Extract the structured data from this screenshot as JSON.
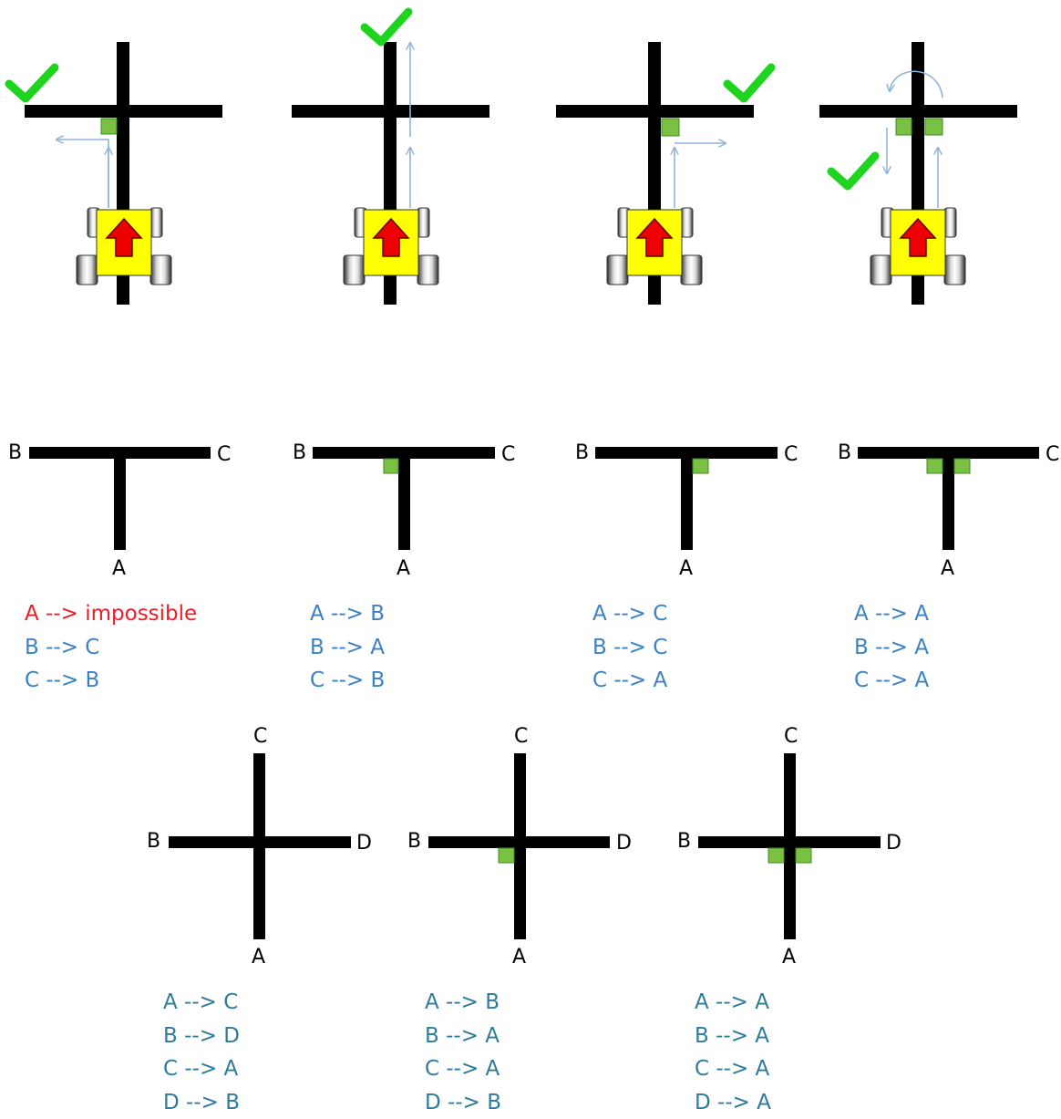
{
  "colors": {
    "line": "#000000",
    "marker": "#7ac143",
    "marker_border": "#3f8b2a",
    "check": "#1ed41e",
    "arrow": "#8fb4db",
    "robot_body": "#ffff00",
    "robot_arrow": "#ee0000",
    "rule_blue": "#3b82c4",
    "rule_teal": "#2e7b9a",
    "rule_red": "#ee1c24"
  },
  "icons": [
    "checkmark-icon",
    "robot-car-icon",
    "up-arrow-icon",
    "green-marker-icon",
    "u-turn-arrow-icon"
  ],
  "t_junctions": [
    {
      "labels": {
        "a": "A",
        "b": "B",
        "c": "C"
      },
      "rules": [
        {
          "text": "A --> impossible",
          "color": "#ee1c24"
        },
        {
          "text": "B --> C",
          "color": "#3b82c4"
        },
        {
          "text": "C --> B",
          "color": "#3b82c4"
        }
      ]
    },
    {
      "labels": {
        "a": "A",
        "b": "B",
        "c": "C"
      },
      "rules": [
        {
          "text": "A --> B",
          "color": "#3b82c4"
        },
        {
          "text": "B --> A",
          "color": "#3b82c4"
        },
        {
          "text": "C --> B",
          "color": "#3b82c4"
        }
      ]
    },
    {
      "labels": {
        "a": "A",
        "b": "B",
        "c": "C"
      },
      "rules": [
        {
          "text": "A --> C",
          "color": "#3b82c4"
        },
        {
          "text": "B --> C",
          "color": "#3b82c4"
        },
        {
          "text": "C --> A",
          "color": "#3b82c4"
        }
      ]
    },
    {
      "labels": {
        "a": "A",
        "b": "B",
        "c": "C"
      },
      "rules": [
        {
          "text": "A --> A",
          "color": "#3b82c4"
        },
        {
          "text": "B --> A",
          "color": "#3b82c4"
        },
        {
          "text": "C --> A",
          "color": "#3b82c4"
        }
      ]
    }
  ],
  "crossings": [
    {
      "labels": {
        "a": "A",
        "b": "B",
        "c": "C",
        "d": "D"
      },
      "rules": [
        {
          "text": "A --> C",
          "color": "#2e7b9a"
        },
        {
          "text": "B --> D",
          "color": "#2e7b9a"
        },
        {
          "text": "C --> A",
          "color": "#2e7b9a"
        },
        {
          "text": "D --> B",
          "color": "#2e7b9a"
        }
      ]
    },
    {
      "labels": {
        "a": "A",
        "b": "B",
        "c": "C",
        "d": "D"
      },
      "rules": [
        {
          "text": "A --> B",
          "color": "#2e7b9a"
        },
        {
          "text": "B --> A",
          "color": "#2e7b9a"
        },
        {
          "text": "C --> A",
          "color": "#2e7b9a"
        },
        {
          "text": "D --> B",
          "color": "#2e7b9a"
        }
      ]
    },
    {
      "labels": {
        "a": "A",
        "b": "B",
        "c": "C",
        "d": "D"
      },
      "rules": [
        {
          "text": "A --> A",
          "color": "#2e7b9a"
        },
        {
          "text": "B --> A",
          "color": "#2e7b9a"
        },
        {
          "text": "C --> A",
          "color": "#2e7b9a"
        },
        {
          "text": "D --> A",
          "color": "#2e7b9a"
        }
      ]
    }
  ]
}
